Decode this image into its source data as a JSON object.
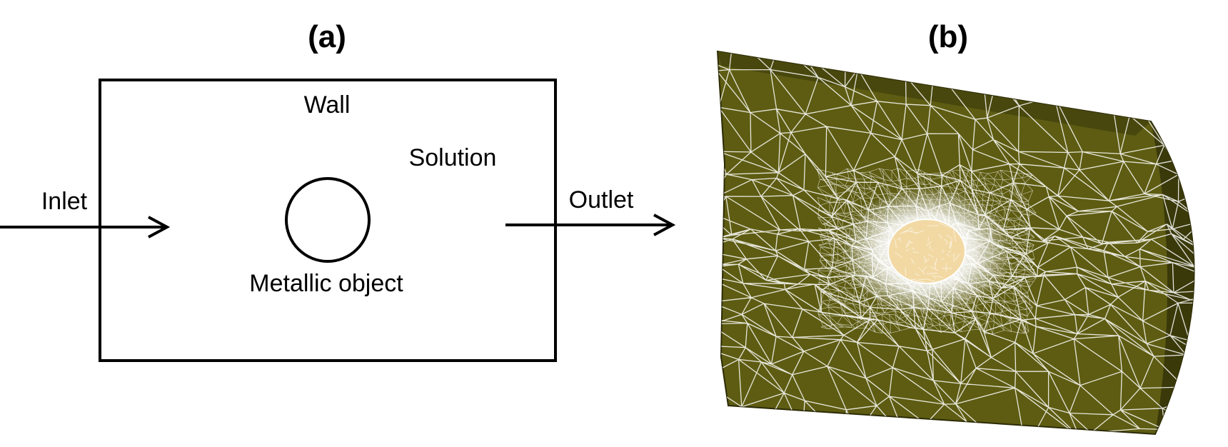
{
  "panel_a": {
    "label": "(a)",
    "wall_label": "Wall",
    "solution_label": "Solution",
    "inlet_label": "Inlet",
    "outlet_label": "Outlet",
    "object_label": "Metallic object",
    "stroke_color": "#000000"
  },
  "panel_b": {
    "label": "(b)",
    "mesh_fill_color": "#5e5c12",
    "mesh_dark_color": "#3a390a",
    "mesh_line_color": "#ffffff",
    "object_fill_color": "#f2d9a4"
  }
}
